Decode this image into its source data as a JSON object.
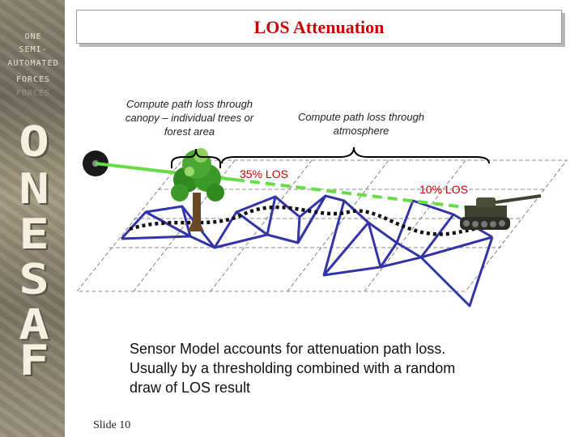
{
  "title": "LOS Attenuation",
  "sidebar": {
    "logo_lines": [
      "ONE",
      "SEMI-",
      "AUTOMATED",
      "FORCES"
    ],
    "logo_faded": "FORCES",
    "letters": [
      "O",
      "N",
      "E",
      "S",
      "A",
      "F"
    ]
  },
  "labels": {
    "canopy": "Compute path loss through canopy – individual trees or forest area",
    "atmosphere": "Compute path loss through atmosphere",
    "los_35": "35% LOS",
    "los_10": "10% LOS"
  },
  "caption": "Sensor Model accounts for attenuation path loss.  Usually by a thresholding combined with a random draw of LOS result",
  "slide_number": "Slide 10",
  "colors": {
    "title": "#cc0000",
    "mesh": "#3333aa",
    "los_line": "#66dd44",
    "label_red": "#cc0000"
  }
}
